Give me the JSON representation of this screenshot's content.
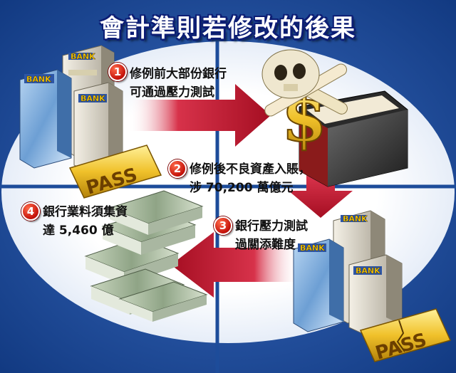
{
  "title": "會計準則若修改的後果",
  "steps": [
    {
      "number": "1",
      "line1": "修例前大部份銀行",
      "line2": "可通過壓力測試"
    },
    {
      "number": "2",
      "line1": "修例後不良資產入賬，",
      "line2": "涉 70,200 萬億元"
    },
    {
      "number": "3",
      "line1": "銀行壓力測試",
      "line2": "過關添難度"
    },
    {
      "number": "4",
      "line1": "銀行業料須集資",
      "line2": "達 5,460 億"
    }
  ],
  "illustrations": {
    "bank_sign": "BANK",
    "pass_sign": "PASS",
    "currency_icon": "dollar-sign-icon",
    "skull_icon": "skull-and-bones-icon",
    "book_icon": "ledger-book-icon",
    "money_icon": "cash-stack-icon"
  },
  "colors": {
    "background_blue": "#1d4c9a",
    "ellipse_white": "#ffffff",
    "arrow_red": "#b3142a",
    "title_outline": "#0c1d74",
    "number_badge": "#c4120a",
    "pass_gold": "#f0c12a"
  }
}
